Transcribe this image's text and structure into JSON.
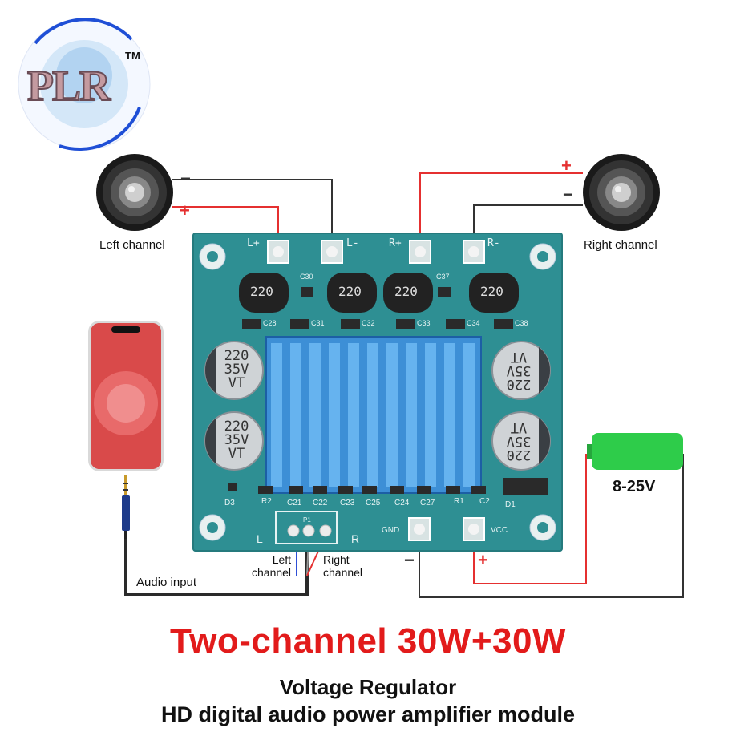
{
  "logo": {
    "text": "PLR",
    "trademark": "TM"
  },
  "speakers": {
    "left_label": "Left channel",
    "right_label": "Right channel"
  },
  "board": {
    "pins_top": [
      "L+",
      "L-",
      "R+",
      "R-"
    ],
    "inductors": [
      "220",
      "220",
      "220",
      "220"
    ],
    "caps_big": [
      {
        "l1": "220",
        "l2": "35V",
        "l3": "VT"
      },
      {
        "l1": "220",
        "l2": "35V",
        "l3": "VT"
      },
      {
        "l1": "VT",
        "l2": "35V",
        "l3": "220"
      },
      {
        "l1": "VT",
        "l2": "35V",
        "l3": "220"
      }
    ],
    "cap_labels_top": [
      "C30",
      "C37"
    ],
    "cap_labels_row": [
      "C28",
      "C31",
      "C32",
      "C33",
      "C34",
      "C38"
    ],
    "bottom_labels": [
      "D3",
      "R2",
      "C21",
      "C22",
      "C23",
      "C25",
      "C24",
      "C27",
      "R1",
      "C2",
      "D1"
    ],
    "input_labels": {
      "left": "L",
      "right": "R",
      "pins": "P1"
    },
    "power_labels": {
      "gnd": "GND",
      "vcc": "VCC"
    }
  },
  "signs": {
    "plus": "+",
    "minus": "−"
  },
  "audio": {
    "input_label": "Audio input",
    "left_channel": "Left\nchannel",
    "right_channel": "Right\nchannel"
  },
  "battery": {
    "voltage": "8-25V",
    "color": "#2ecc4a"
  },
  "colors": {
    "red_wire": "#e53030",
    "black_wire": "#333333",
    "board": "#2e8f93",
    "heatsink": "#3d8fd6",
    "title": "#e21b1b"
  },
  "titles": {
    "main": "Two-channel 30W+30W",
    "sub1": "Voltage Regulator",
    "sub2": "HD digital audio power amplifier module"
  }
}
